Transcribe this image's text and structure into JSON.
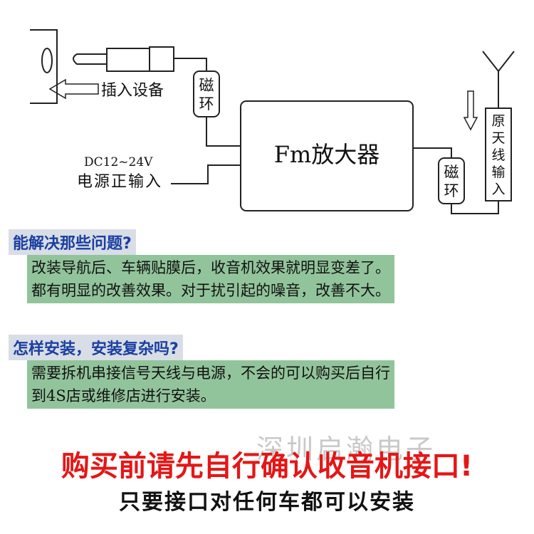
{
  "diagram": {
    "insert_label": "插入设备",
    "ring_left": "磁环",
    "ring_right": "磁环",
    "amplifier_label": "Fm放大器",
    "power_spec": "DC12~24V",
    "power_label": "电源正输入",
    "antenna_label": "原天线输入"
  },
  "faq": [
    {
      "question": "能解决那些问题?",
      "answer_lines": [
        "改装导航后、车辆贴膜后，收音机效果就明显变差了。",
        "都有明显的改善效果。对于扰引起的噪音，改善不大。"
      ]
    },
    {
      "question": "怎样安装，安装复杂吗?",
      "answer_lines": [
        "需要拆机串接信号天线与电源，不会的可以购买后自行",
        "到4S店或维修店进行安装。"
      ]
    }
  ],
  "watermark": "深圳启瀚电子",
  "warning": "购买前请先自行确认收音机接口!",
  "note": "只要接口对任何车都可以安装"
}
